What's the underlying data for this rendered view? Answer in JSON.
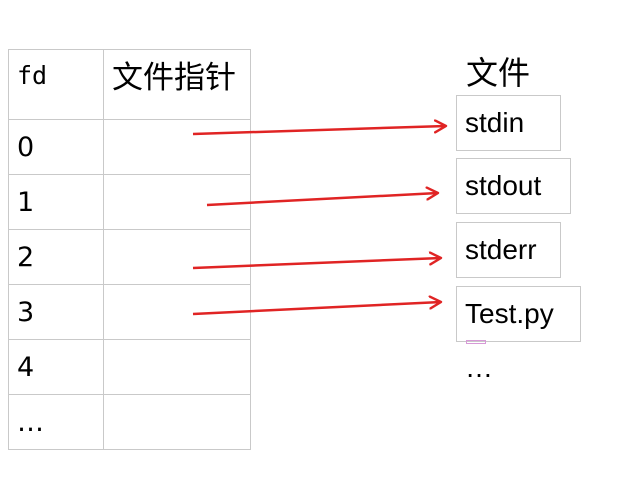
{
  "table": {
    "headers": {
      "fd": "fd",
      "pointer": "文件指针"
    },
    "rows": [
      {
        "fd": "0",
        "pointer": ""
      },
      {
        "fd": "1",
        "pointer": ""
      },
      {
        "fd": "2",
        "pointer": ""
      },
      {
        "fd": "3",
        "pointer": ""
      },
      {
        "fd": "4",
        "pointer": ""
      },
      {
        "fd": "…",
        "pointer": ""
      }
    ]
  },
  "files": {
    "title": "文件",
    "items": [
      "stdin",
      "stdout",
      "stderr",
      "Test.py"
    ],
    "more": "…"
  },
  "links": [
    {
      "from_fd": "0",
      "to_file": "stdin"
    },
    {
      "from_fd": "1",
      "to_file": "stdout"
    },
    {
      "from_fd": "2",
      "to_file": "stderr"
    },
    {
      "from_fd": "3",
      "to_file": "Test.py"
    }
  ],
  "colors": {
    "arrow": "#e02424",
    "table_border": "#c9c9c9",
    "text": "#000000"
  }
}
